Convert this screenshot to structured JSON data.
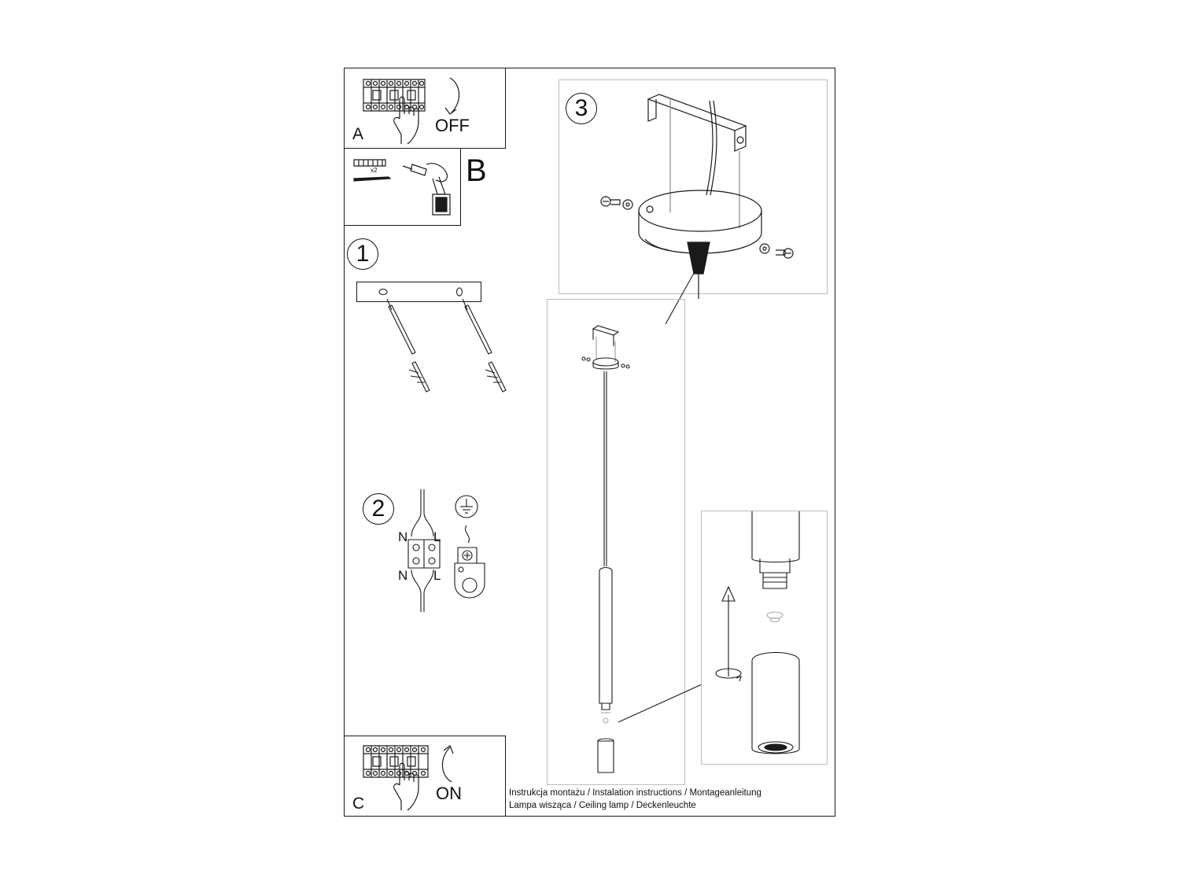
{
  "panels": {
    "a": {
      "label": "A",
      "action": "OFF"
    },
    "b": {
      "label": "B",
      "quantity": "x2"
    },
    "c": {
      "label": "C",
      "action": "ON"
    },
    "step1": {
      "number": "1"
    },
    "step2": {
      "number": "2",
      "neutral_top": "N",
      "live_top": "L",
      "neutral_bottom": "N",
      "live_bottom": "L"
    },
    "step3": {
      "number": "3"
    }
  },
  "caption": {
    "line1": "Instrukcja montażu / Instalation instructions / Montageanleitung",
    "line2": "Lampa wisząca / Ceiling lamp / Deckenleuchte"
  },
  "colors": {
    "line": "#1a1a1a",
    "light_frame": "#bdbdbd",
    "background": "#ffffff"
  }
}
